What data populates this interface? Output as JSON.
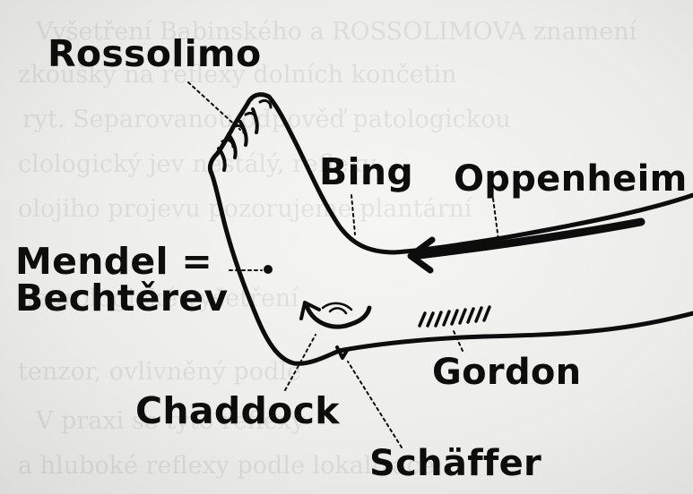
{
  "labels": {
    "rossolimo": "Rossolimo",
    "bing": "Bing",
    "oppenheim": "Oppenheim",
    "mendel_line1": "Mendel =",
    "mendel_line2": "Bechtěrev",
    "gordon": "Gordon",
    "chaddock": "Chaddock",
    "schaffer": "Schäffer"
  },
  "colors": {
    "ink": "#0d0d0d",
    "paper": "#eeeeec"
  }
}
